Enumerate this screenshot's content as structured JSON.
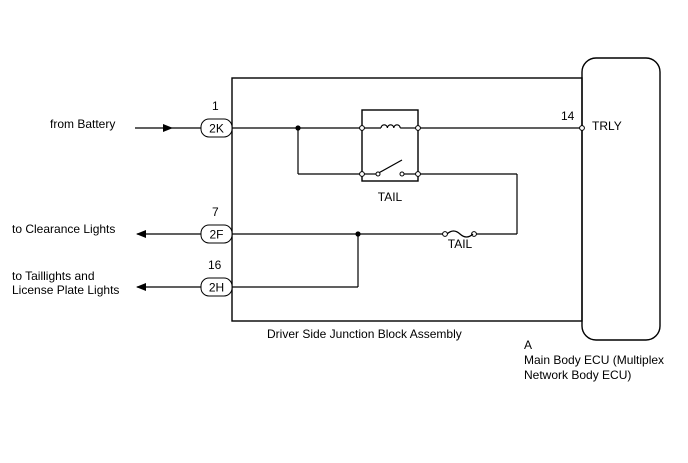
{
  "diagram": {
    "junction_block_label": "Driver Side Junction Block Assembly",
    "ecu": {
      "connector_letter": "A",
      "name_line1": "Main Body ECU (Multiplex",
      "name_line2": "Network Body ECU)",
      "terminal_pin": "14",
      "terminal_name": "TRLY"
    },
    "relay_label": "TAIL",
    "fuse_label": "TAIL",
    "inputs": [
      {
        "text": "from Battery",
        "pin": "1",
        "connector": "2K"
      }
    ],
    "outputs": [
      {
        "text": "to Clearance Lights",
        "pin": "7",
        "connector": "2F"
      },
      {
        "text_line1": "to Taillights and",
        "text_line2": "License Plate Lights",
        "pin": "16",
        "connector": "2H"
      }
    ]
  }
}
